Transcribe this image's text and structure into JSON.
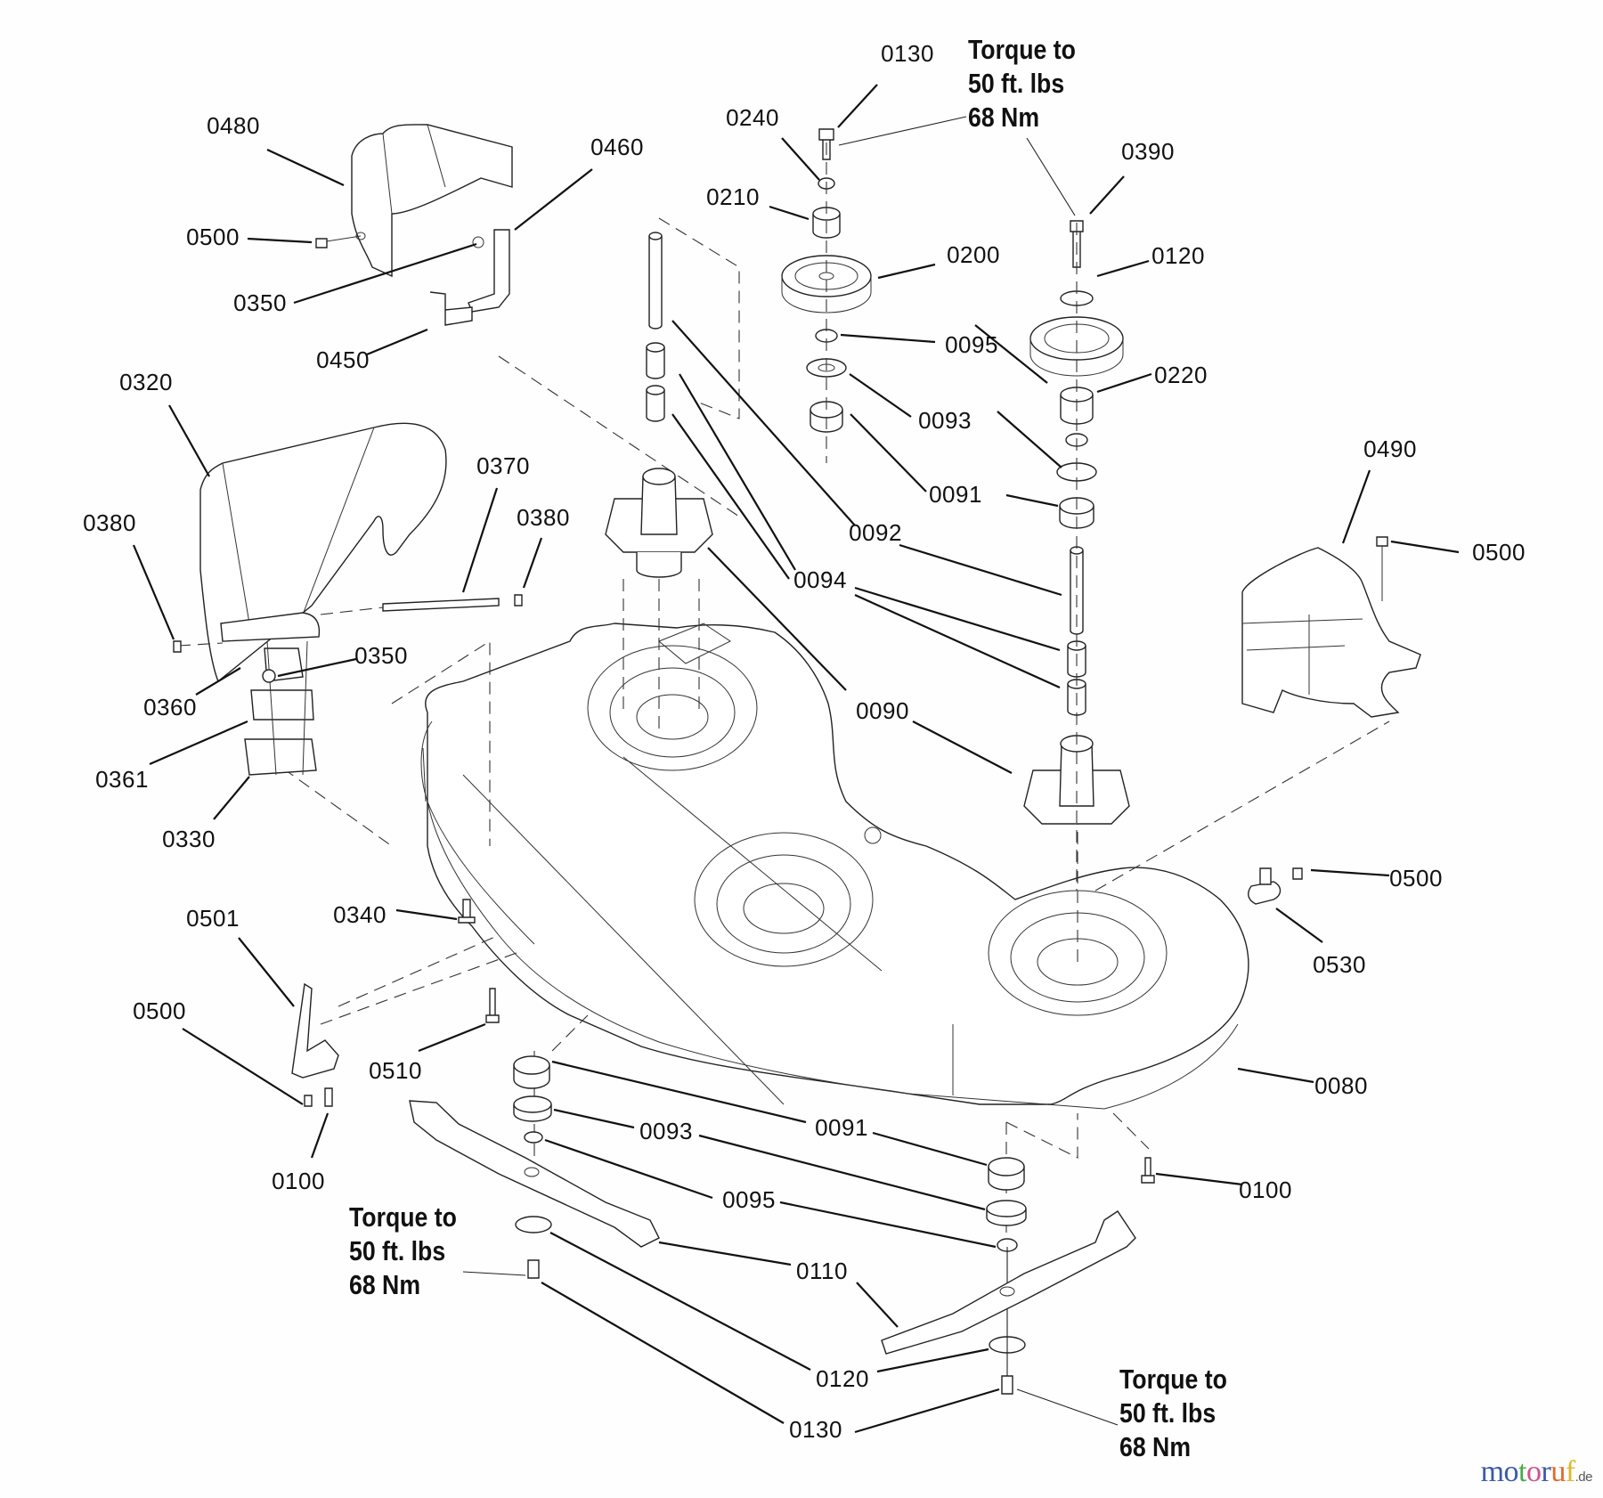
{
  "diagram": {
    "title": "Mower Deck Exploded Parts Diagram",
    "watermark": {
      "letters": [
        "m",
        "o",
        "t",
        "o",
        "r",
        "u",
        "f"
      ],
      "letter_colors": [
        "#3b5aa8",
        "#3b5aa8",
        "#4aa84a",
        "#d2508c",
        "#3b5aa8",
        "#e06a2a",
        "#e3b52a"
      ],
      "tld": ".de"
    },
    "torque_notes": [
      {
        "id": "top",
        "lines": [
          "Torque to",
          "50 ft. lbs",
          "68 Nm"
        ]
      },
      {
        "id": "bottom-left",
        "lines": [
          "Torque to",
          "50 ft. lbs",
          "68 Nm"
        ]
      },
      {
        "id": "bottom-right",
        "lines": [
          "Torque to",
          "50 ft. lbs",
          "68 Nm"
        ]
      }
    ],
    "part_labels": [
      {
        "number": "0130",
        "part": "blade-bolt-top"
      },
      {
        "number": "0240",
        "part": "washer"
      },
      {
        "number": "0390",
        "part": "bolt"
      },
      {
        "number": "0480",
        "part": "pulley-cover-left"
      },
      {
        "number": "0460",
        "part": "bracket"
      },
      {
        "number": "0210",
        "part": "spacer"
      },
      {
        "number": "0500",
        "part": "screw"
      },
      {
        "number": "0200",
        "part": "pulley-left"
      },
      {
        "number": "0120",
        "part": "washer-top"
      },
      {
        "number": "0350",
        "part": "nut"
      },
      {
        "number": "0095",
        "part": "retaining-ring"
      },
      {
        "number": "0450",
        "part": "bracket-small"
      },
      {
        "number": "0220",
        "part": "spacer-right"
      },
      {
        "number": "0320",
        "part": "discharge-chute"
      },
      {
        "number": "0093",
        "part": "bearing-seal"
      },
      {
        "number": "0490",
        "part": "pulley-cover-right"
      },
      {
        "number": "0370",
        "part": "chute-rod"
      },
      {
        "number": "0091",
        "part": "bearing"
      },
      {
        "number": "0380",
        "part": "push-nut-left"
      },
      {
        "number": "0380",
        "part": "push-nut-right"
      },
      {
        "number": "0092",
        "part": "spindle-shaft"
      },
      {
        "number": "0500",
        "part": "screw-right-cover"
      },
      {
        "number": "0094",
        "part": "bearing-spacer"
      },
      {
        "number": "0350",
        "part": "nut-chute"
      },
      {
        "number": "0360",
        "part": "spring"
      },
      {
        "number": "0090",
        "part": "spindle-housing"
      },
      {
        "number": "0361",
        "part": "chute-bracket"
      },
      {
        "number": "0330",
        "part": "chute-mount"
      },
      {
        "number": "0500",
        "part": "screw-right-deck"
      },
      {
        "number": "0340",
        "part": "bolt-deck"
      },
      {
        "number": "0501",
        "part": "deflector"
      },
      {
        "number": "0530",
        "part": "wash-port"
      },
      {
        "number": "0500",
        "part": "screw-deflector"
      },
      {
        "number": "0510",
        "part": "bolt-gauge"
      },
      {
        "number": "0080",
        "part": "deck-housing"
      },
      {
        "number": "0091",
        "part": "bearing-lower"
      },
      {
        "number": "0093",
        "part": "bearing-seal-lower"
      },
      {
        "number": "0100",
        "part": "bolt-left"
      },
      {
        "number": "0100",
        "part": "bolt-right"
      },
      {
        "number": "0095",
        "part": "retaining-ring-lower"
      },
      {
        "number": "0110",
        "part": "blade"
      },
      {
        "number": "0120",
        "part": "blade-washer"
      },
      {
        "number": "0130",
        "part": "blade-bolt"
      }
    ]
  }
}
